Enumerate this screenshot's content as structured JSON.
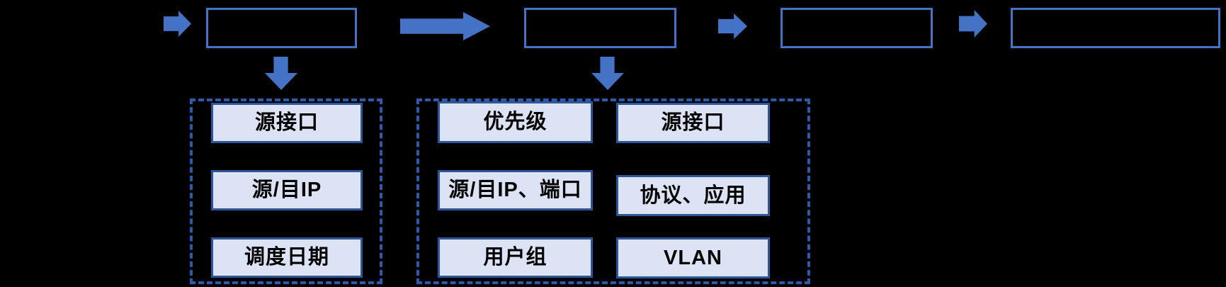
{
  "colors": {
    "background": "#000000",
    "accent": "#4472C4",
    "dashed_border": "#2E59A8",
    "card_border": "#2F5597",
    "card_fill": "#DCE3F4",
    "card_text": "#000000"
  },
  "flow_steps": [
    "",
    "",
    "",
    ""
  ],
  "groups": [
    {
      "columns": [
        {
          "cards": [
            "源接口",
            "源/目IP",
            "调度日期"
          ]
        }
      ]
    },
    {
      "columns": [
        {
          "cards": [
            "优先级",
            "源/目IP、端口",
            "用户组"
          ]
        },
        {
          "cards": [
            "源接口",
            "协议、应用",
            "VLAN"
          ]
        }
      ]
    }
  ]
}
